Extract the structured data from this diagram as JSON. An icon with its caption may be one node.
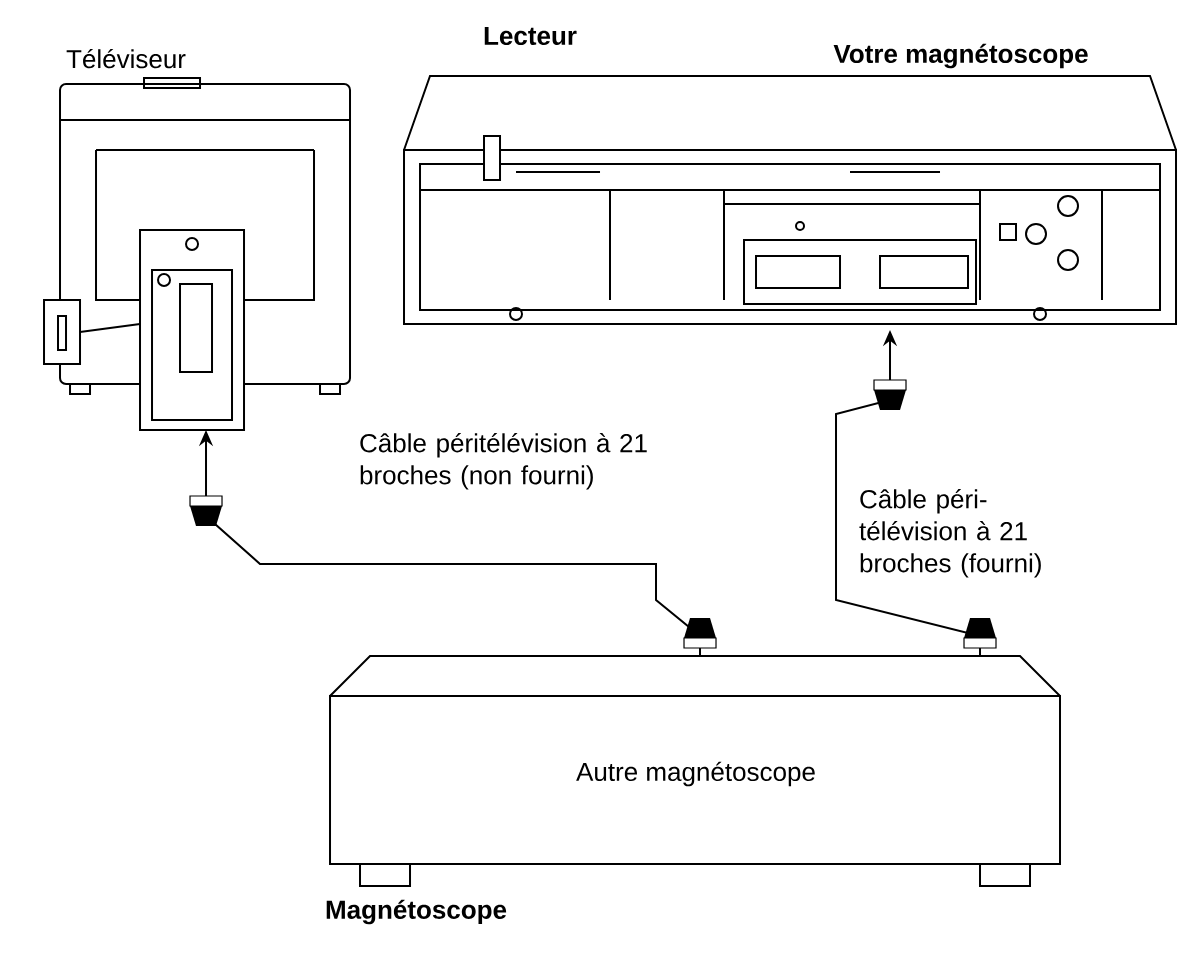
{
  "diagram": {
    "nodes": [
      {
        "text": [
          "Téléviseur"
        ]
      },
      {
        "text": [
          "Votre magnétoscope"
        ],
        "beside": [
          "Lecteur"
        ]
      },
      {
        "text": [
          "Autre magnétoscope",
          "Magnétoscope"
        ]
      }
    ],
    "edges": [
      {
        "from": 2,
        "to": 0,
        "arrow": "to",
        "label": "Câble péritélévision à 21 broches (non fourni)"
      },
      {
        "from": 2,
        "to": 1,
        "arrow": "to",
        "label": "Câble péri- télévision à 21 broches (fourni)"
      }
    ]
  }
}
